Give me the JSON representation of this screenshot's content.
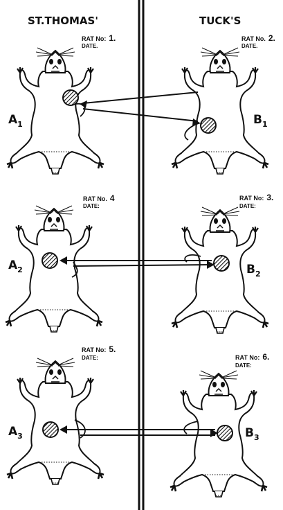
{
  "headers": {
    "left": "ST.THOMAS'",
    "right": "TUCK'S"
  },
  "rats": [
    {
      "group": "A",
      "subscript": "1",
      "rat_label": "RAT No:",
      "rat_number": "1.",
      "date_label": "DATE."
    },
    {
      "group": "B",
      "subscript": "1",
      "rat_label": "RAT No.",
      "rat_number": "2.",
      "date_label": "DATE."
    },
    {
      "group": "A",
      "subscript": "2",
      "rat_label": "RAT No.",
      "rat_number": "4",
      "date_label": "DATE:"
    },
    {
      "group": "B",
      "subscript": "2",
      "rat_label": "RAT No:",
      "rat_number": "3.",
      "date_label": "DATE:"
    },
    {
      "group": "A",
      "subscript": "3",
      "rat_label": "RAT No:",
      "rat_number": "5.",
      "date_label": "DATE:"
    },
    {
      "group": "B",
      "subscript": "3",
      "rat_label": "RAT No:",
      "rat_number": "6.",
      "date_label": "DATE:"
    }
  ],
  "colors": {
    "ink": "#111111",
    "background": "#ffffff"
  }
}
